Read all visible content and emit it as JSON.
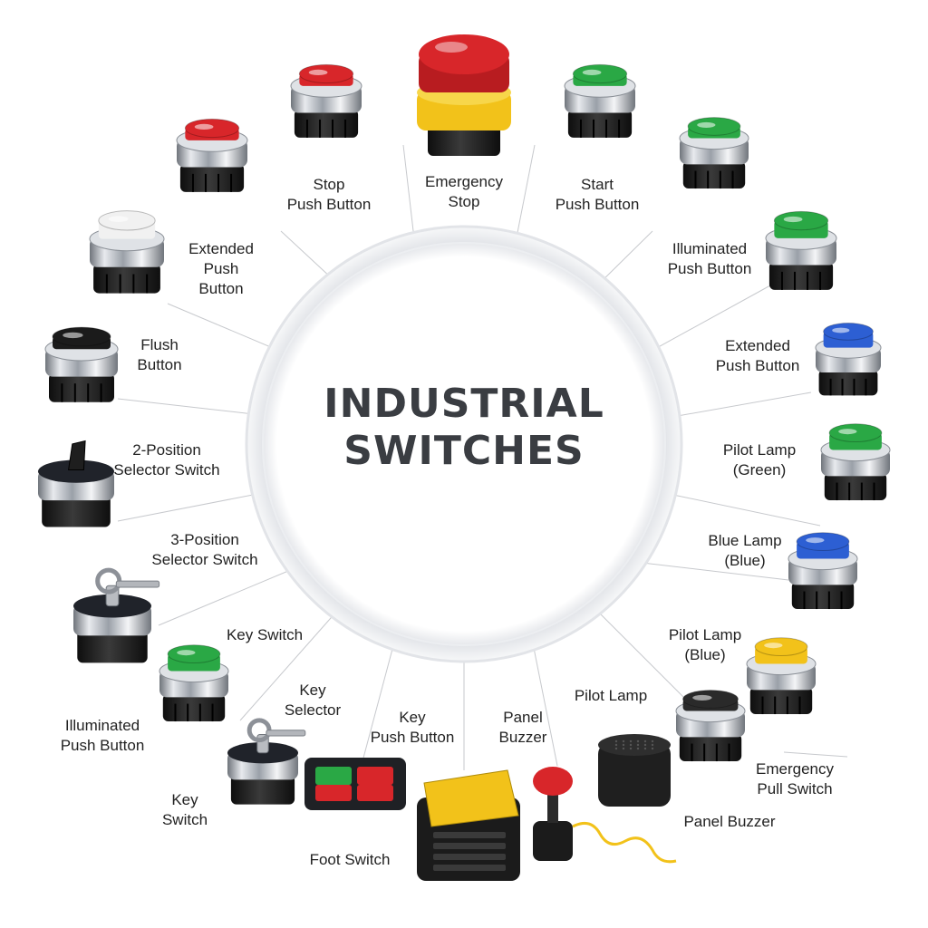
{
  "title": {
    "line1": "INDUSTRIAL",
    "line2": "SWITCHES"
  },
  "colors": {
    "red": "#d8262a",
    "green": "#2aa845",
    "blue": "#2d5fd3",
    "yellow": "#f2c21a",
    "white": "#f1f1f1",
    "black": "#1b1b1b",
    "chrome": "#c9ccd1"
  },
  "labels": [
    {
      "id": "emergency-stop",
      "text": "Emergency\nStop"
    },
    {
      "id": "stop-push-button",
      "text": "Stop\nPush Button"
    },
    {
      "id": "start-push-button",
      "text": "Start\nPush Button"
    },
    {
      "id": "extended-push-button-left",
      "text": "Extended\nPush\nButton"
    },
    {
      "id": "illuminated-push-button-right",
      "text": "Illuminated\nPush Button"
    },
    {
      "id": "flush-button",
      "text": "Flush\nButton"
    },
    {
      "id": "extended-push-button-right",
      "text": "Extended\nPush Button"
    },
    {
      "id": "two-position-selector",
      "text": "2-Position\nSelector Switch"
    },
    {
      "id": "pilot-lamp-green",
      "text": "Pilot Lamp\n(Green)"
    },
    {
      "id": "three-position-selector",
      "text": "3-Position\nSelector Switch"
    },
    {
      "id": "blue-lamp",
      "text": "Blue Lamp\n(Blue)"
    },
    {
      "id": "key-switch-top",
      "text": "Key Switch"
    },
    {
      "id": "pilot-lamp-blue",
      "text": "Pilot Lamp\n(Blue)"
    },
    {
      "id": "key-selector",
      "text": "Key\nSelector"
    },
    {
      "id": "key-push-button",
      "text": "Key\nPush Button"
    },
    {
      "id": "panel-buzzer-top",
      "text": "Panel\nBuzzer"
    },
    {
      "id": "pilot-lamp",
      "text": "Pilot Lamp"
    },
    {
      "id": "illuminated-push-button-left",
      "text": "Illuminated\nPush Button"
    },
    {
      "id": "emergency-pull-switch",
      "text": "Emergency\nPull Switch"
    },
    {
      "id": "key-switch-bottom",
      "text": "Key\nSwitch"
    },
    {
      "id": "panel-buzzer-bottom",
      "text": "Panel Buzzer"
    },
    {
      "id": "foot-switch",
      "text": "Foot Switch"
    }
  ]
}
